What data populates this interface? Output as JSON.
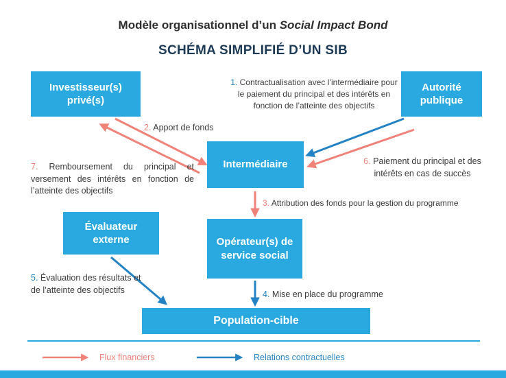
{
  "header": {
    "title_prefix": "Modèle organisationnel d’un ",
    "title_italic": "Social Impact Bond",
    "subtitle": "SCHÉMA SIMPLIFIÉ D’UN SIB"
  },
  "nodes": {
    "investors": "Investisseur(s) privé(s)",
    "public_authority": "Autorité publique",
    "intermediary": "Intermédiaire",
    "evaluator": "Évaluateur externe",
    "operator": "Opérateur(s) de service social",
    "target_population": "Population-cible"
  },
  "flows": {
    "f1": {
      "num": "1.",
      "text": "Contractualisation avec l’intermédiaire pour le paiement du principal et des intérêts en fonction de l’atteinte des objectifs",
      "type": "contractual"
    },
    "f2": {
      "num": "2.",
      "text": "Apport de fonds",
      "type": "financial"
    },
    "f3": {
      "num": "3.",
      "text": "Attribution des fonds pour la gestion du programme",
      "type": "financial"
    },
    "f4": {
      "num": "4.",
      "text": "Mise en place du programme",
      "type": "contractual"
    },
    "f5": {
      "num": "5.",
      "text": "Évaluation des résultats et de l’atteinte des objectifs",
      "type": "contractual"
    },
    "f6": {
      "num": "6.",
      "text": "Paiement du principal et des intérêts en cas de succès",
      "type": "financial"
    },
    "f7": {
      "num": "7.",
      "text": "Remboursement du principal et versement des intérêts en fonction de l’atteinte des objectifs",
      "type": "financial"
    }
  },
  "legend": {
    "financial": "Flux financiers",
    "contractual": "Relations contractuelles"
  },
  "colors": {
    "box_blue": "#29a9e0",
    "arrow_blue": "#2383c4",
    "arrow_red": "#f0827a",
    "subtitle_navy": "#1d3a56"
  }
}
